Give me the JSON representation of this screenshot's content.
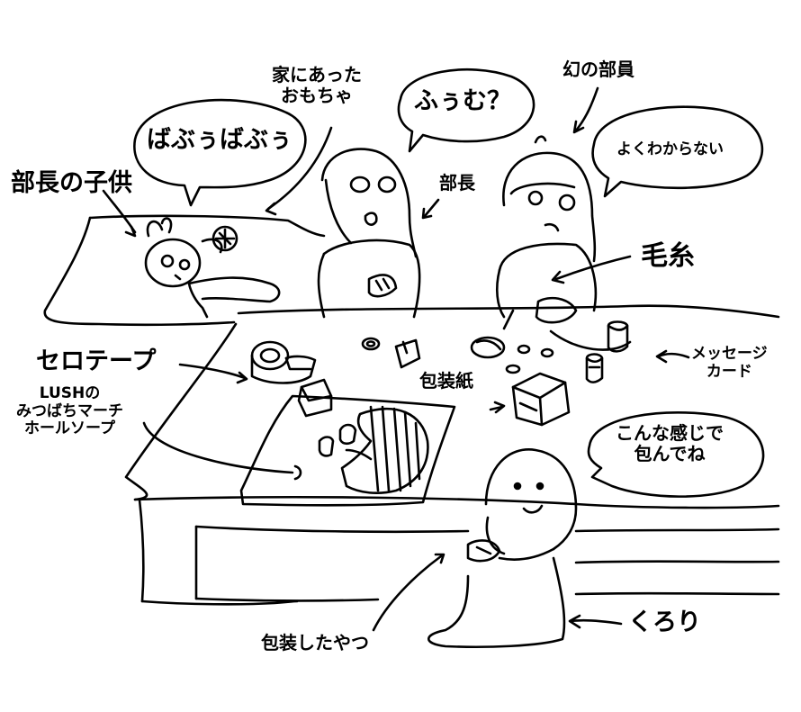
{
  "labels": {
    "bucho_no_kodomo": "部長の子供",
    "babuu": "ばぶぅばぶぅ",
    "ie_ni_atta_line1": "家にあった",
    "ie_ni_atta_line2": "おもちゃ",
    "fuumu": "ふぅむ？",
    "bucho": "部長",
    "maboroshi_no_buin": "幻の部員",
    "yoku_wakaranai": "よくわからない",
    "keito": "毛糸",
    "serotepu": "セロテープ",
    "lush_line1": "LUSHの",
    "lush_line2": "みつばちマーチ",
    "lush_line3": "ホールソープ",
    "housoushi": "包装紙",
    "message_line1": "メッセージ",
    "message_line2": "カード",
    "konna_kanji_line1": "こんな感じで",
    "konna_kanji_line2": "包んでね",
    "kurori": "くろり",
    "housou_shita_yatsu": "包装したやつ"
  }
}
